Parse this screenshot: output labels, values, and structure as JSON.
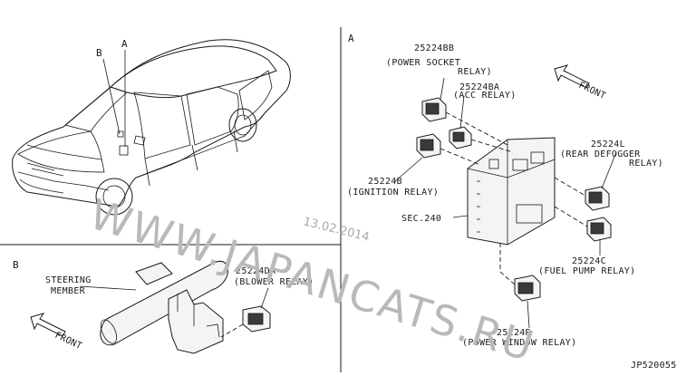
{
  "sections": {
    "overview": {
      "label_a": "A",
      "label_b": "B"
    },
    "section_a": {
      "label": "A",
      "front_label": "FRONT",
      "parts": [
        {
          "code": "25224BB",
          "desc_1": "(POWER SOCKET",
          "desc_2": "RELAY)"
        },
        {
          "code": "25224BA",
          "desc_1": "(ACC RELAY)"
        },
        {
          "code": "25224B",
          "desc_1": "(IGNITION RELAY)"
        },
        {
          "code": "25224L",
          "desc_1": "(REAR DEFOGGER",
          "desc_2": "RELAY)"
        },
        {
          "code": "25224C",
          "desc_1": "(FUEL PUMP RELAY)"
        },
        {
          "code": "25224R",
          "desc_1": "(POWER WINDOW RELAY)"
        }
      ],
      "sec_ref": "SEC.240"
    },
    "section_b": {
      "label": "B",
      "member_1": "STEERING",
      "member_2": "MEMBER",
      "part_code": "25224DA",
      "part_desc": "(BLOWER RELAY)",
      "front_label": "FRONT"
    }
  },
  "watermark": {
    "site": "WWW.JAPANCATS.RU",
    "date": "13.02.2014"
  },
  "drawing_id": "JP520055"
}
